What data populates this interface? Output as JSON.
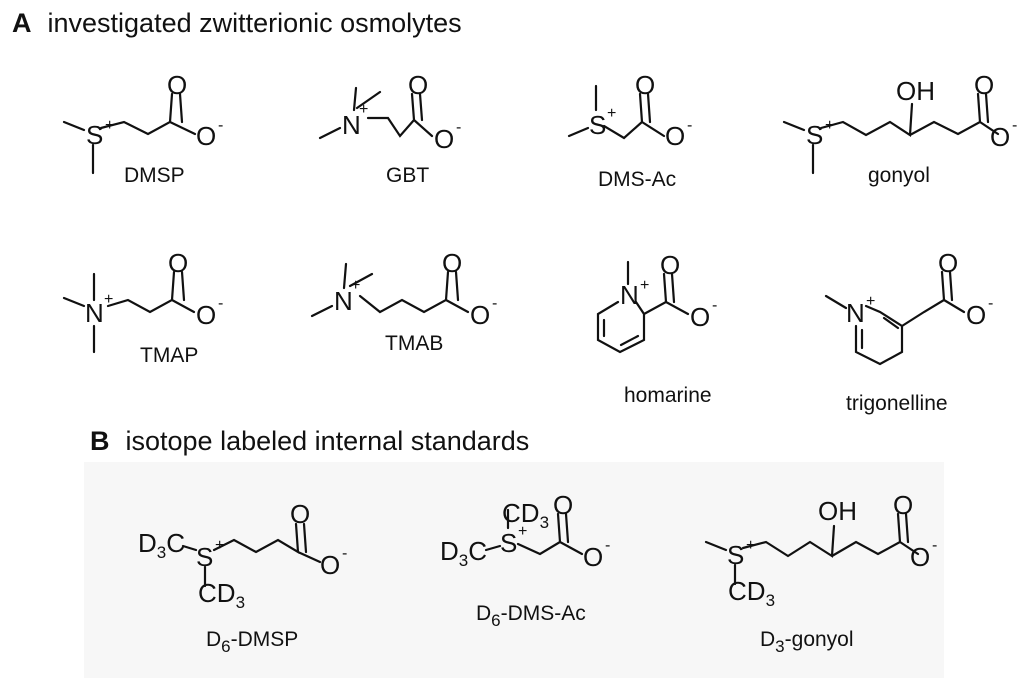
{
  "sections": [
    {
      "letter": "A",
      "title": "investigated zwitterionic osmolytes"
    },
    {
      "letter": "B",
      "title": "isotope labeled internal standards"
    }
  ],
  "atoms": {
    "oxygen": "O",
    "hydroxyl": "OH",
    "sulfur": "S",
    "nitrogen": "N",
    "plus": "+",
    "minus": "-",
    "deuterated_methyl": "C",
    "deuterium": "D",
    "sub_three": "3"
  },
  "compounds": {
    "dmsp": "DMSP",
    "gbt": "GBT",
    "dms_ac": "DMS-Ac",
    "gonyol": "gonyol",
    "tmap": "TMAP",
    "tmab": "TMAB",
    "homarine": "homarine",
    "trigonelline": "trigonelline",
    "d6_dmsp": {
      "prefix": "D",
      "sub": "6",
      "name": "-DMSP"
    },
    "d6_dms_ac": {
      "prefix": "D",
      "sub": "6",
      "name": "-DMS-Ac"
    },
    "d3_gonyol": {
      "prefix": "D",
      "sub": "3",
      "name": "-gonyol"
    }
  }
}
